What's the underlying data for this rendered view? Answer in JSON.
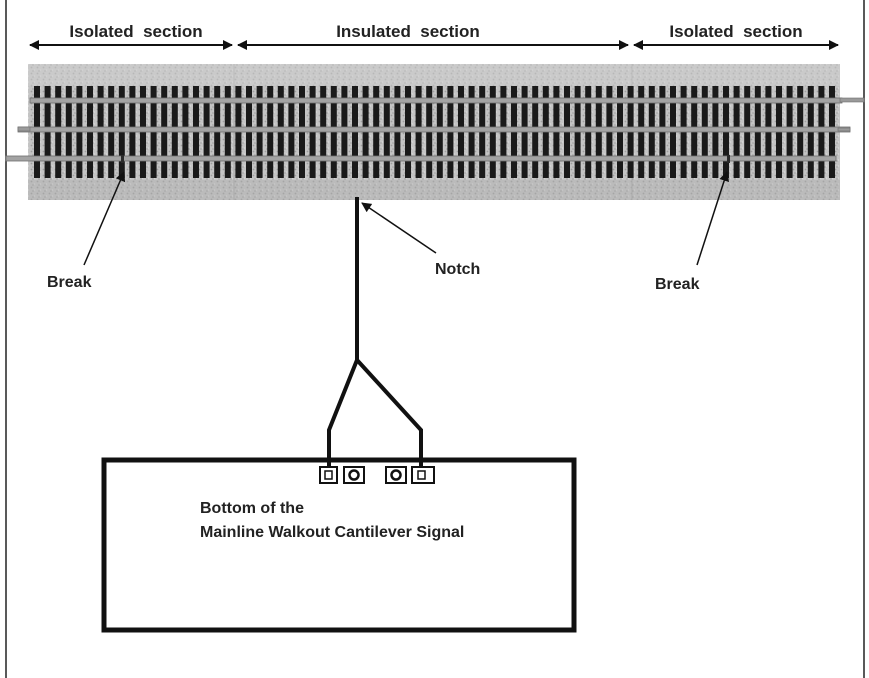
{
  "labels": {
    "left_section": "Isolated  section",
    "middle_section": "Insulated  section",
    "right_section": "Isolated  section",
    "break_left": "Break",
    "notch": "Notch",
    "break_right": "Break",
    "signal_line1": "Bottom of the",
    "signal_line2": "Mainline Walkout Cantilever Signal"
  },
  "colors": {
    "rail": "#9a9a9a",
    "tie": "#1a1a1a",
    "ballast": "#bdbdbd",
    "line": "#111111"
  }
}
